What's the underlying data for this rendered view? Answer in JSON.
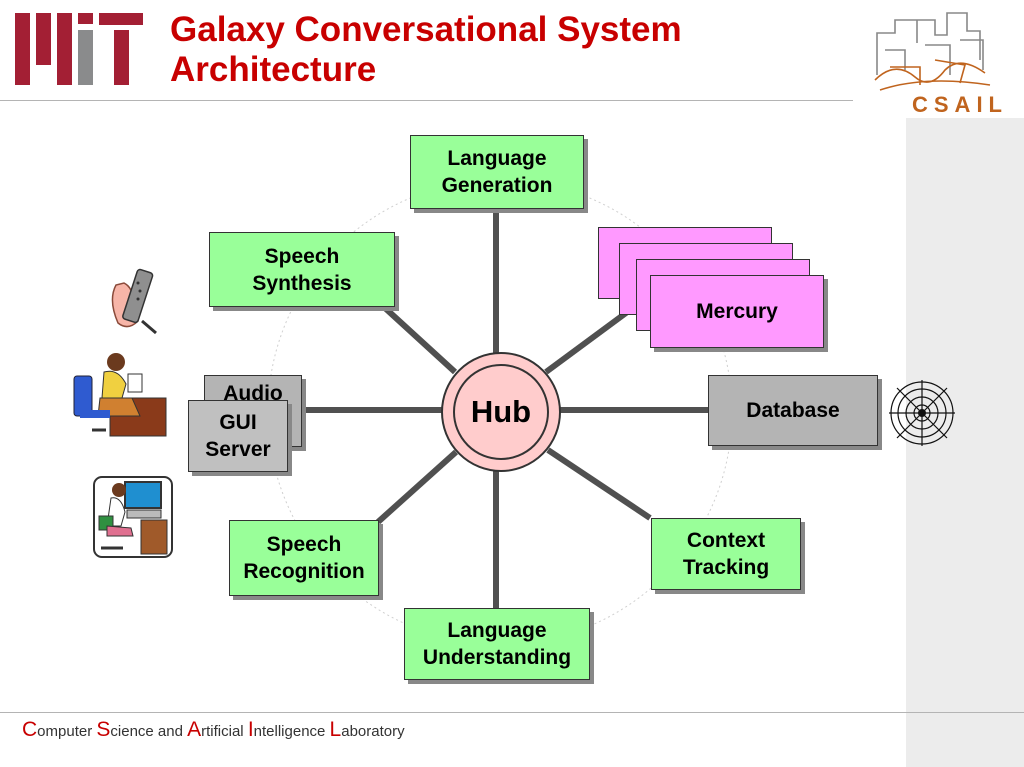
{
  "slide": {
    "title": "Galaxy Conversational System Architecture",
    "footer": {
      "c": "C",
      "omputer": "omputer ",
      "s": "S",
      "cience": "cience and ",
      "a": "A",
      "rtificial": "rtificial ",
      "i": "I",
      "ntelligence": "ntelligence ",
      "l": "L",
      "aboratory": "aboratory"
    },
    "logos": {
      "mit": "mit-logo",
      "csail_text": "CSAIL"
    }
  },
  "diagram": {
    "hub": "Hub",
    "nodes": {
      "language_generation": "Language\nGeneration",
      "speech_synthesis": "Speech\nSynthesis",
      "mercury": "Mercury",
      "audio_server": "Audio",
      "gui_server": "GUI\nServer",
      "database": "Database",
      "speech_recognition": "Speech\nRecognition",
      "context_tracking": "Context\nTracking",
      "language_understanding": "Language\nUnderstanding"
    },
    "colors": {
      "module": "#99ff99",
      "mercury": "#ff99ff",
      "server": "#c0c0c0",
      "hub": "#ffcccc",
      "title": "#c80000",
      "csail": "#c0641e"
    },
    "icons": [
      "phone-handset-icon",
      "person-desk-phone-icon",
      "person-computer-icon",
      "spider-web-icon"
    ]
  }
}
